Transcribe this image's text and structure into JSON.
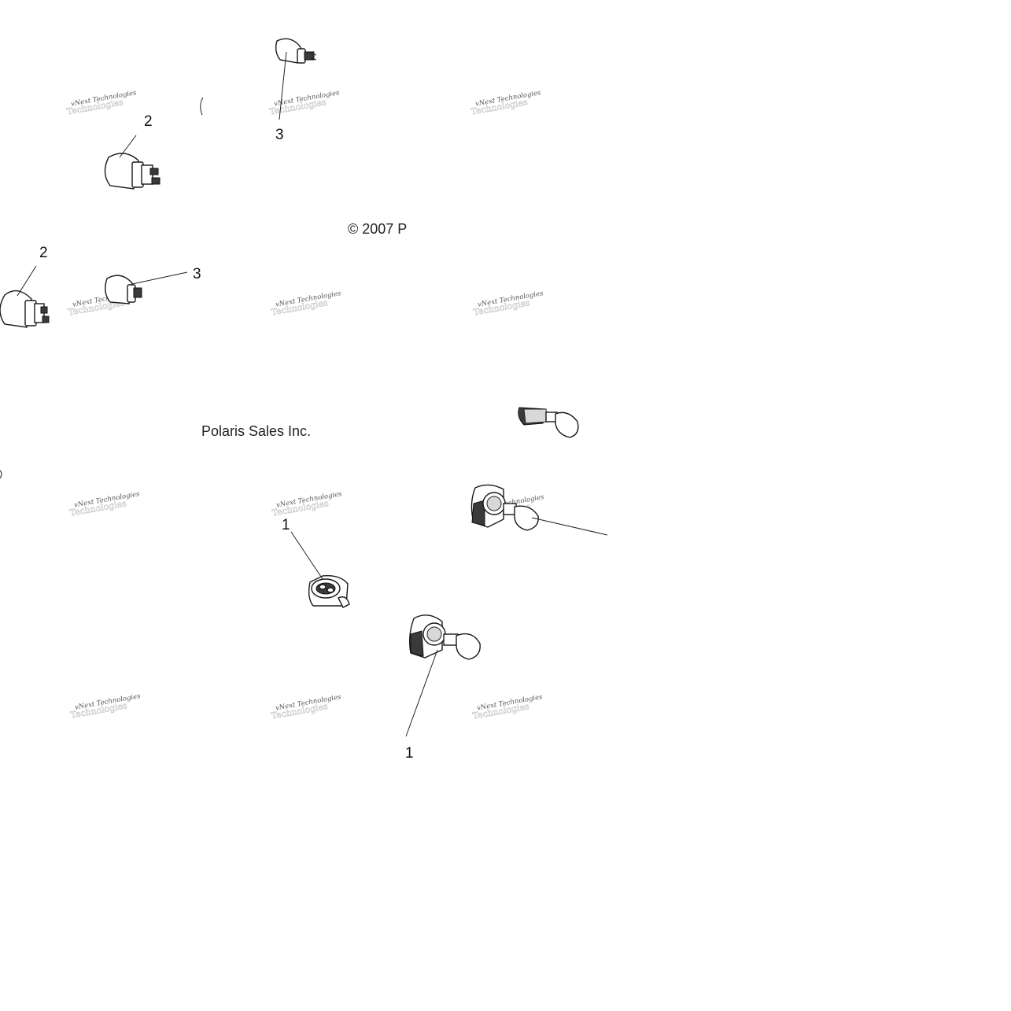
{
  "captions": {
    "copyright": "© 2007 P",
    "company": "Polaris Sales Inc."
  },
  "callouts": {
    "c_top3": "3",
    "c_top2": "2",
    "c_mid2": "2",
    "c_mid3": "3",
    "c_bot1a": "1",
    "c_bot1b": "1"
  },
  "watermark": {
    "line1": "vNext Technologies",
    "line2": "Technologies"
  }
}
